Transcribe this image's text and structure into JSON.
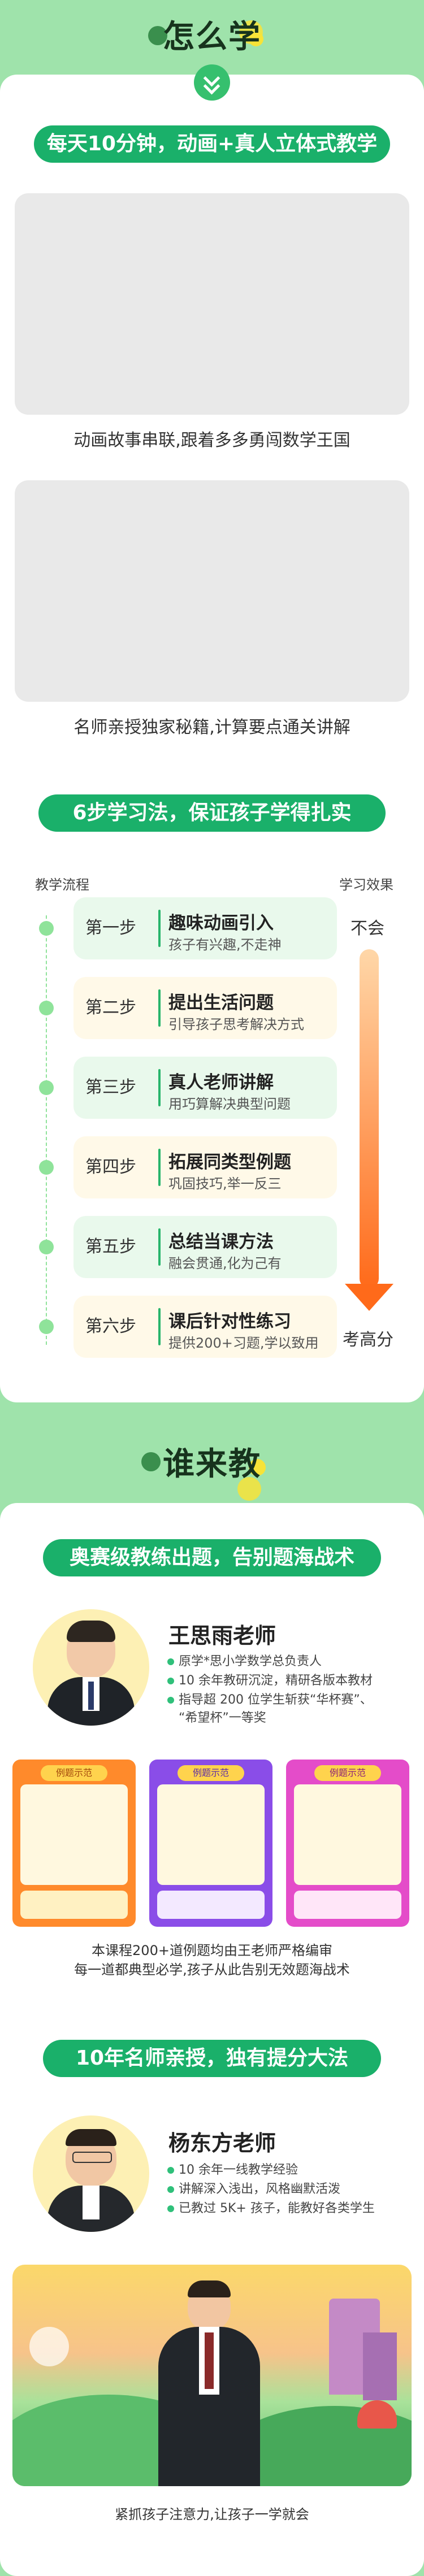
{
  "section1": {
    "title": "怎么学",
    "pill": "每天10分钟，动画+真人立体式教学",
    "caption1": "动画故事串联,跟着多多勇闯数学王国",
    "caption2": "名师亲授独家秘籍,计算要点通关讲解"
  },
  "section2": {
    "pill": "6步学习法，保证孩子学得扎实",
    "left_label": "教学流程",
    "right_label": "学习效果",
    "top_effect": "不会",
    "bottom_effect": "考高分",
    "steps": [
      {
        "num": "第一步",
        "title": "趣味动画引入",
        "desc": "孩子有兴趣,不走神",
        "bg": "#e9f9ec"
      },
      {
        "num": "第二步",
        "title": "提出生活问题",
        "desc": "引导孩子思考解决方式",
        "bg": "#fff9e8"
      },
      {
        "num": "第三步",
        "title": "真人老师讲解",
        "desc": "用巧算解决典型问题",
        "bg": "#e9f9ec"
      },
      {
        "num": "第四步",
        "title": "拓展同类型例题",
        "desc": "巩固技巧,举一反三",
        "bg": "#fff9e8"
      },
      {
        "num": "第五步",
        "title": "总结当课方法",
        "desc": "融会贯通,化为己有",
        "bg": "#e9f9ec"
      },
      {
        "num": "第六步",
        "title": "课后针对性练习",
        "desc": "提供200+习题,学以致用",
        "bg": "#fff9e8"
      }
    ]
  },
  "section3": {
    "title": "谁来教",
    "pill1": "奥赛级教练出题，告别题海战术",
    "teacher1": {
      "name": "王思雨老师",
      "points": [
        "原学*思小学数学总负责人",
        "10 余年教研沉淀，精研各版本教材",
        "指导超 200 位学生斩获“华杯赛”、",
        "“希望杯”一等奖"
      ]
    },
    "cards": [
      "例题示范",
      "例题示范",
      "例题示范"
    ],
    "card_line": "本课程200+道例题均由王老师严格编审",
    "card_line2": "每一道都典型必学,孩子从此告别无效题海战术",
    "pill2": "10年名师亲授，独有提分大法",
    "teacher2": {
      "name": "杨东方老师",
      "points": [
        "10 余年一线教学经验",
        "讲解深入浅出，风格幽默活泼",
        "已教过 5K+ 孩子，能教好各类学生"
      ]
    },
    "final_caption": "紧抓孩子注意力,让孩子一学就会"
  }
}
